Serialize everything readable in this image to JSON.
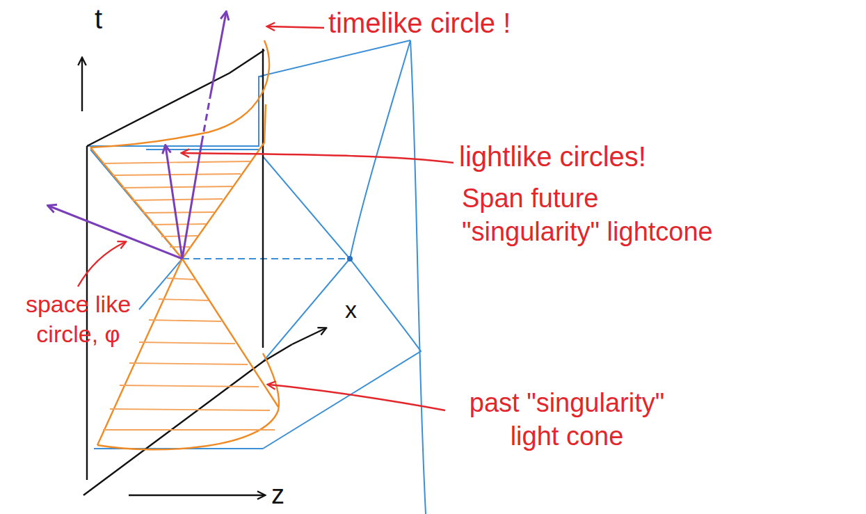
{
  "diagram": {
    "labels": [
      "t",
      "timelike circle !",
      "lightlike circles!",
      "Span future \"singularity\" lightcone",
      "space like circle, φ",
      "x",
      "past \"singularity\" light cone",
      "z"
    ]
  }
}
